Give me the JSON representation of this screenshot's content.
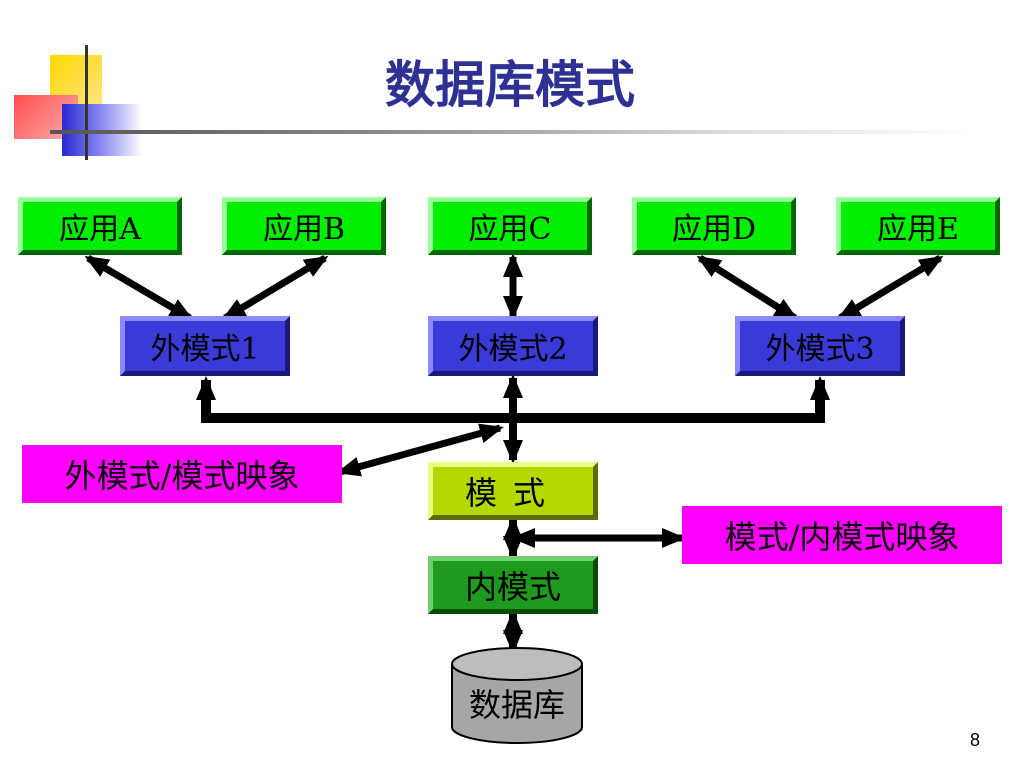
{
  "title": "数据库模式",
  "apps": [
    {
      "label": "应用A"
    },
    {
      "label": "应用B"
    },
    {
      "label": "应用C"
    },
    {
      "label": "应用D"
    },
    {
      "label": "应用E"
    }
  ],
  "external_schemas": [
    {
      "label": "外模式1"
    },
    {
      "label": "外模式2"
    },
    {
      "label": "外模式3"
    }
  ],
  "schema": {
    "label": "模式"
  },
  "internal_schema": {
    "label": "内模式"
  },
  "database": {
    "label": "数据库"
  },
  "mappings": {
    "external_to_schema": "外模式/模式映象",
    "schema_to_internal": "模式/内模式映象"
  },
  "page_number": "8",
  "colors": {
    "title": "#2e3192",
    "app_fill": "#00ee00",
    "external_fill": "#3a3ad8",
    "schema_fill": "#b5d800",
    "internal_fill": "#1e9a1e",
    "mapping_fill": "#ff00ff",
    "database_fill": "#a6a6a6"
  }
}
